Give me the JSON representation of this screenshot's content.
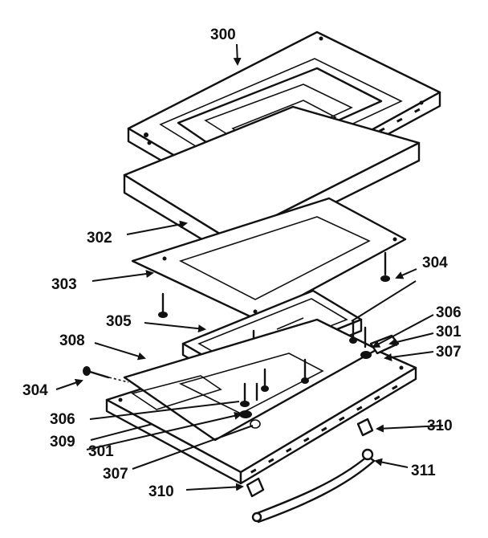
{
  "diagram": {
    "callouts": [
      {
        "id": "c300",
        "label": "300"
      },
      {
        "id": "c302",
        "label": "302"
      },
      {
        "id": "c303",
        "label": "303"
      },
      {
        "id": "c304a",
        "label": "304"
      },
      {
        "id": "c305",
        "label": "305"
      },
      {
        "id": "c306a",
        "label": "306"
      },
      {
        "id": "c301a",
        "label": "301"
      },
      {
        "id": "c307a",
        "label": "307"
      },
      {
        "id": "c308",
        "label": "308"
      },
      {
        "id": "c304b",
        "label": "304"
      },
      {
        "id": "c306b",
        "label": "306"
      },
      {
        "id": "c309",
        "label": "309"
      },
      {
        "id": "c301b",
        "label": "301"
      },
      {
        "id": "c307b",
        "label": "307"
      },
      {
        "id": "c310a",
        "label": "310"
      },
      {
        "id": "c310b",
        "label": "310"
      },
      {
        "id": "c311",
        "label": "311"
      }
    ]
  }
}
